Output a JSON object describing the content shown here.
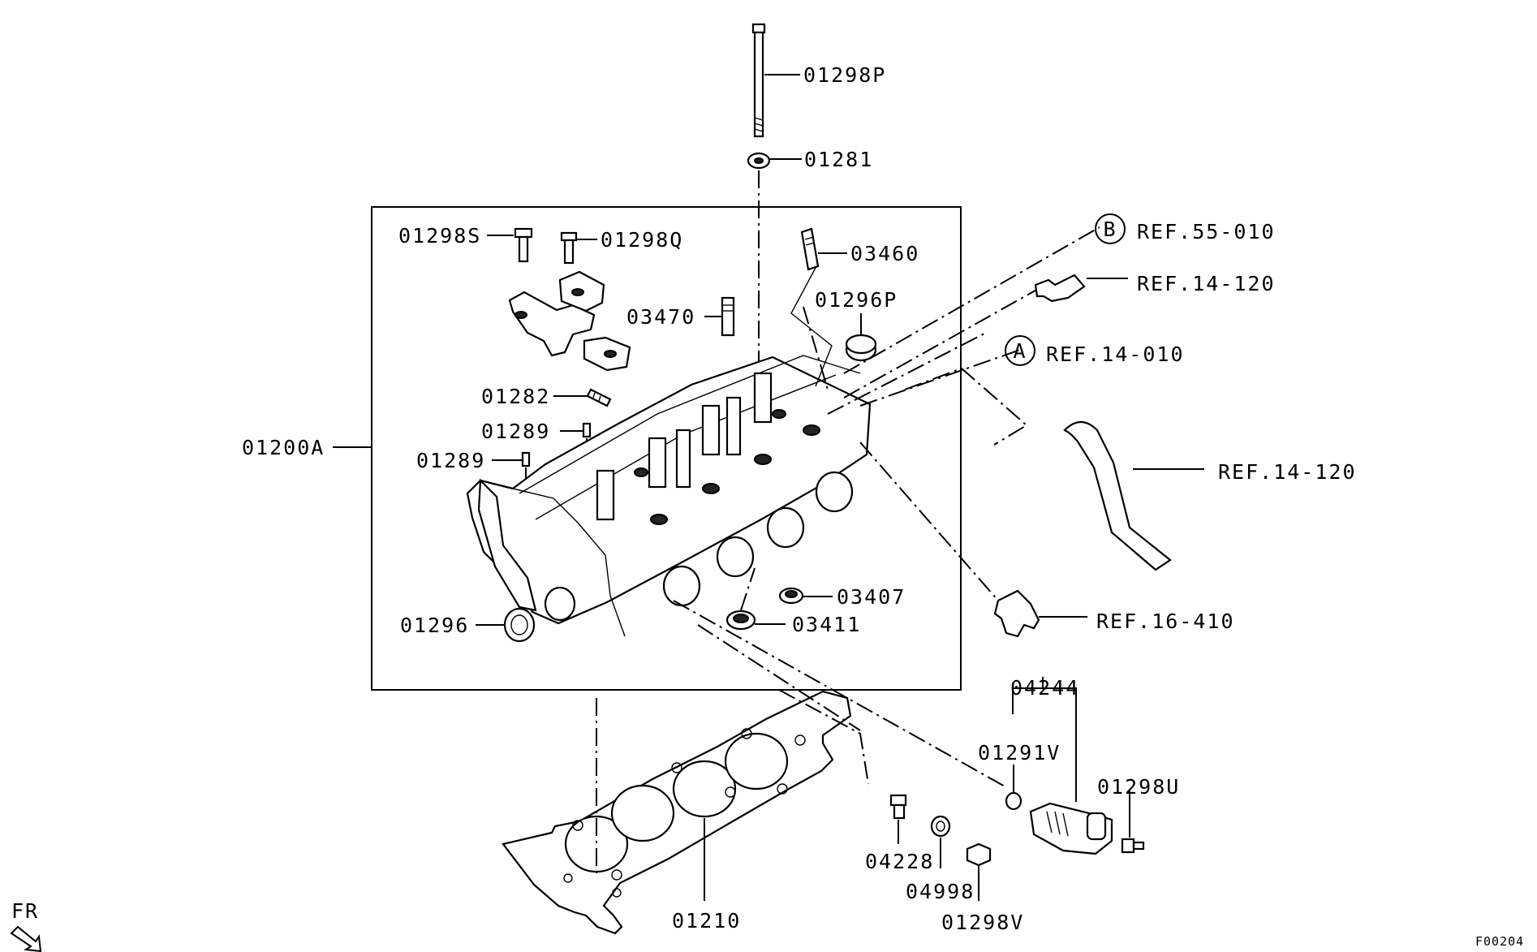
{
  "labels": {
    "p01298P": "01298P",
    "p01281": "01281",
    "p01298Q": "01298Q",
    "p01298S": "01298S",
    "p03460": "03460",
    "p01296P": "01296P",
    "p03470": "03470",
    "p01282": "01282",
    "p01289a": "01289",
    "p01289b": "01289",
    "p01200A": "01200A",
    "p03407": "03407",
    "p03411": "03411",
    "p01296": "01296",
    "p04244": "04244",
    "p01291V": "01291V",
    "p01298U": "01298U",
    "p04228": "04228",
    "p04998": "04998",
    "p01298V": "01298V",
    "p01210": "01210"
  },
  "refs": {
    "ref55_010": "REF.55-010",
    "ref14_120a": "REF.14-120",
    "ref14_010": "REF.14-010",
    "ref14_120b": "REF.14-120",
    "ref16_410": "REF.16-410",
    "circleB": "B",
    "circleA": "A"
  },
  "direction": "FR",
  "figure_code": "F00204"
}
